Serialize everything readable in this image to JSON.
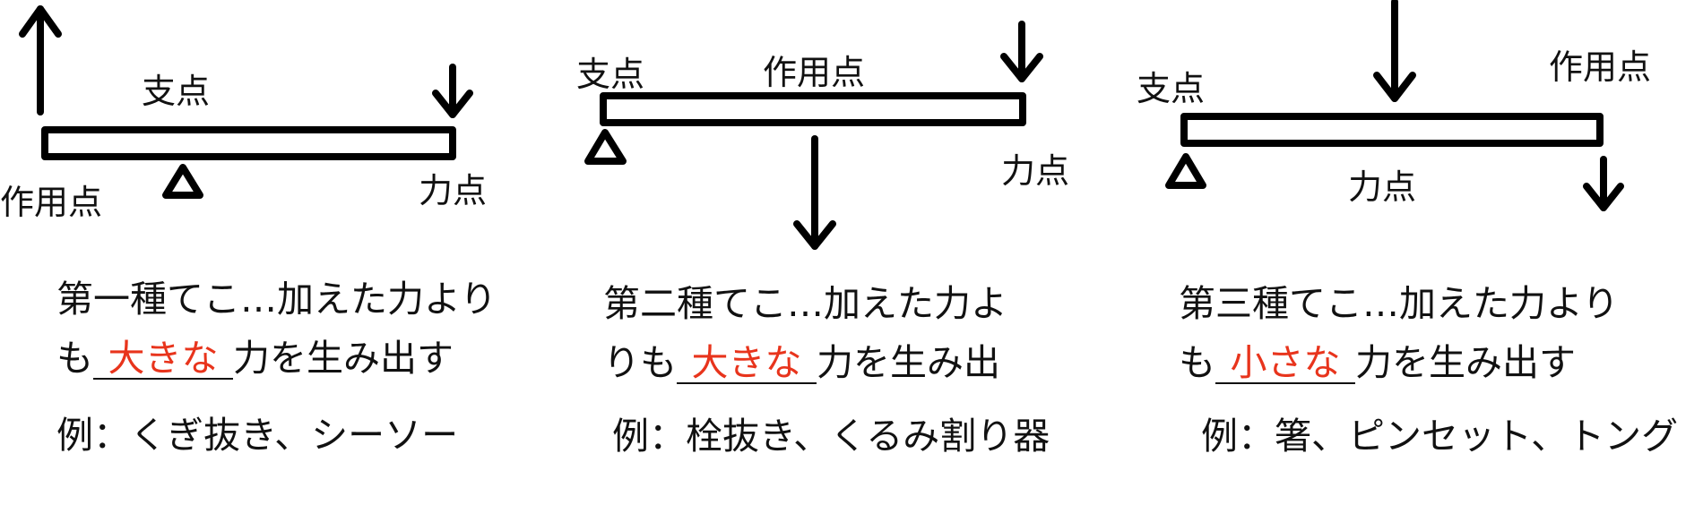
{
  "colors": {
    "line": "#000000",
    "text": "#111111",
    "answer": "#e8341c"
  },
  "levers": [
    {
      "labels": {
        "fulcrum": "支点",
        "load": "作用点",
        "effort": "力点"
      },
      "desc_line1": "第一種てこ…加えた力より",
      "desc_pre": "も",
      "answer": "大きな",
      "desc_post": "力を生み出す",
      "example": "例：くぎ抜き、シーソー"
    },
    {
      "labels": {
        "fulcrum": "支点",
        "load": "作用点",
        "effort": "力点"
      },
      "desc_line1": "第二種てこ…加えた力よ",
      "desc_pre": "りも",
      "answer": "大きな",
      "desc_post": "力を生み出",
      "example": "例：栓抜き、くるみ割り器"
    },
    {
      "labels": {
        "fulcrum": "支点",
        "load": "作用点",
        "effort": "力点"
      },
      "desc_line1": "第三種てこ…加えた力より",
      "desc_pre": "も",
      "answer": "小さな",
      "desc_post": "力を生み出す",
      "example": "例：箸、ピンセット、トング"
    }
  ]
}
